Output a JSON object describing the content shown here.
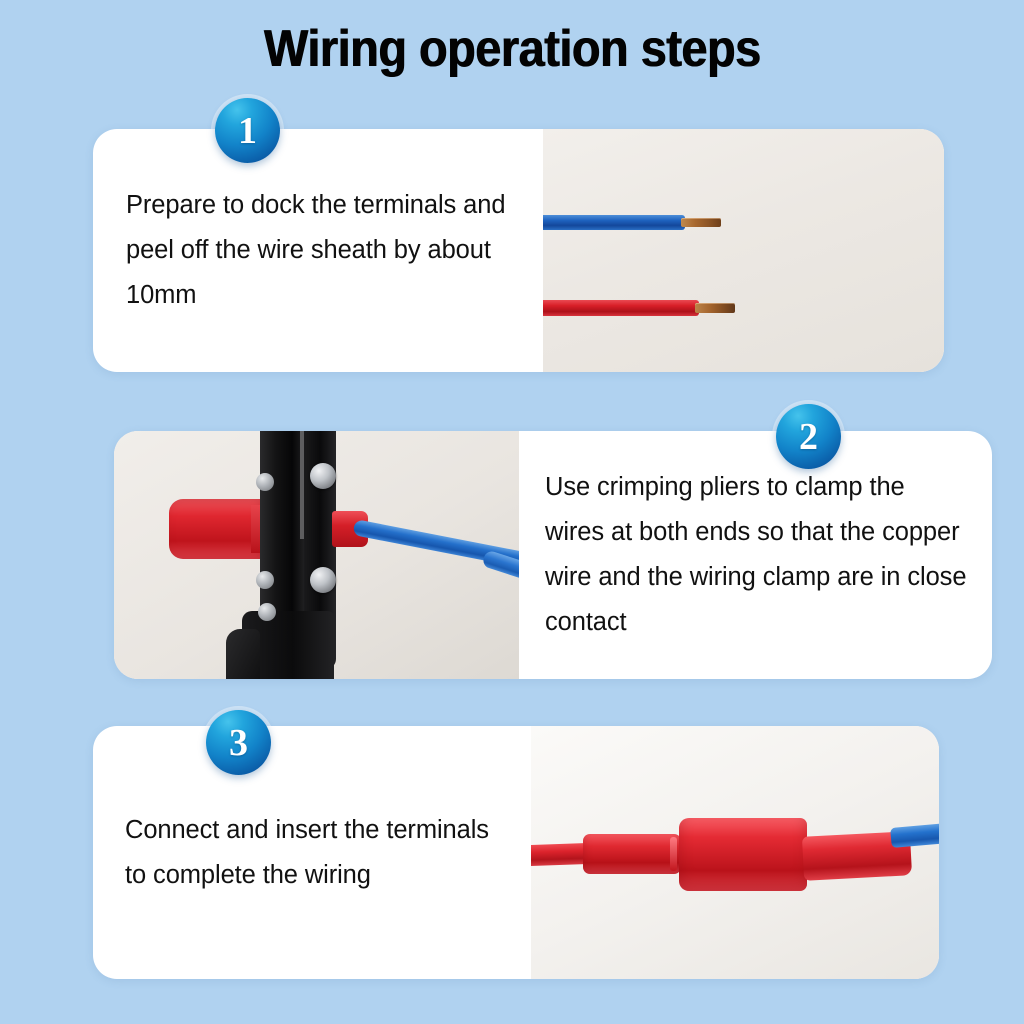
{
  "page": {
    "title": "Wiring operation steps",
    "background_color": "#b0d2f0",
    "card_color": "#ffffff",
    "badge_gradient_top": "#2fb4e4",
    "badge_gradient_bottom": "#08478c",
    "text_color": "#111111"
  },
  "steps": [
    {
      "number": "1",
      "text": "Prepare to dock the terminals and peel off the wire sheath by about 10mm",
      "photo": {
        "name": "stripped-wire-ends-photo",
        "description": "A blue wire and a red wire laid on a light background, each with about 10mm of copper conductor exposed at the right end",
        "wire_colors": [
          "#1f63c0",
          "#d81f28"
        ],
        "copper_color": "#a8682f",
        "photo_side": "right"
      }
    },
    {
      "number": "2",
      "text": "Use crimping pliers to clamp the wires at both ends so that the copper wire and the wiring clamp are in close contact",
      "photo": {
        "name": "crimping-pliers-photo",
        "description": "Black crimping pliers gripping a red insulated terminal with a blue wire running out to the right",
        "tool_color": "#0b0b0c",
        "terminal_color": "#d51f28",
        "wire_color": "#2470cb",
        "photo_side": "left"
      }
    },
    {
      "number": "3",
      "text": "Connect and insert the terminals to complete the wiring",
      "photo": {
        "name": "connected-terminals-photo",
        "description": "A red wire joined through mated red insulated bullet terminals to a blue wire",
        "terminal_color": "#e52b34",
        "wire_colors": [
          "#dc232c",
          "#2472cd"
        ],
        "photo_side": "right"
      }
    }
  ]
}
